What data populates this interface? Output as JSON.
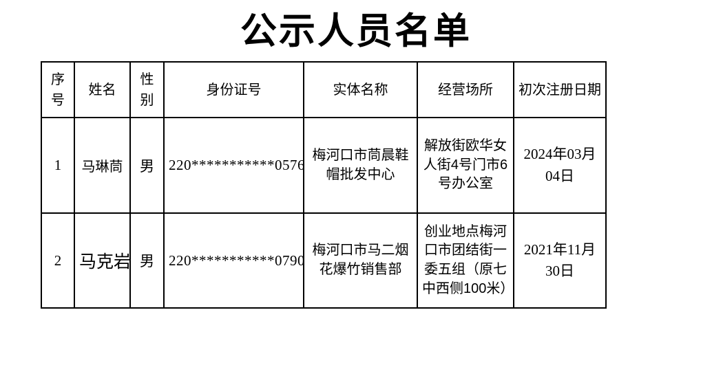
{
  "page": {
    "title": "公示人员名单",
    "background_color": "#ffffff",
    "border_color": "#000000"
  },
  "table": {
    "headers": [
      "序号",
      "姓名",
      "性别",
      "身份证号",
      "实体名称",
      "经营场所",
      "初次注册日期"
    ],
    "rows": [
      {
        "index": "1",
        "name": "马琳茼",
        "gender": "男",
        "id_number": "220***********0576",
        "entity_name": "梅河口市茼晨鞋帽批发中心",
        "business_address": "解放街欧华女人街4号门市6号办公室",
        "first_registration_date": "2024年03月04日"
      },
      {
        "index": "2",
        "name": "马克岩",
        "gender": "男",
        "id_number": "220***********0790",
        "entity_name": "梅河口市马二烟花爆竹销售部",
        "business_address": "创业地点梅河口市团结街一委五组（原七中西侧100米）",
        "first_registration_date": "2021年11月30日"
      }
    ]
  }
}
